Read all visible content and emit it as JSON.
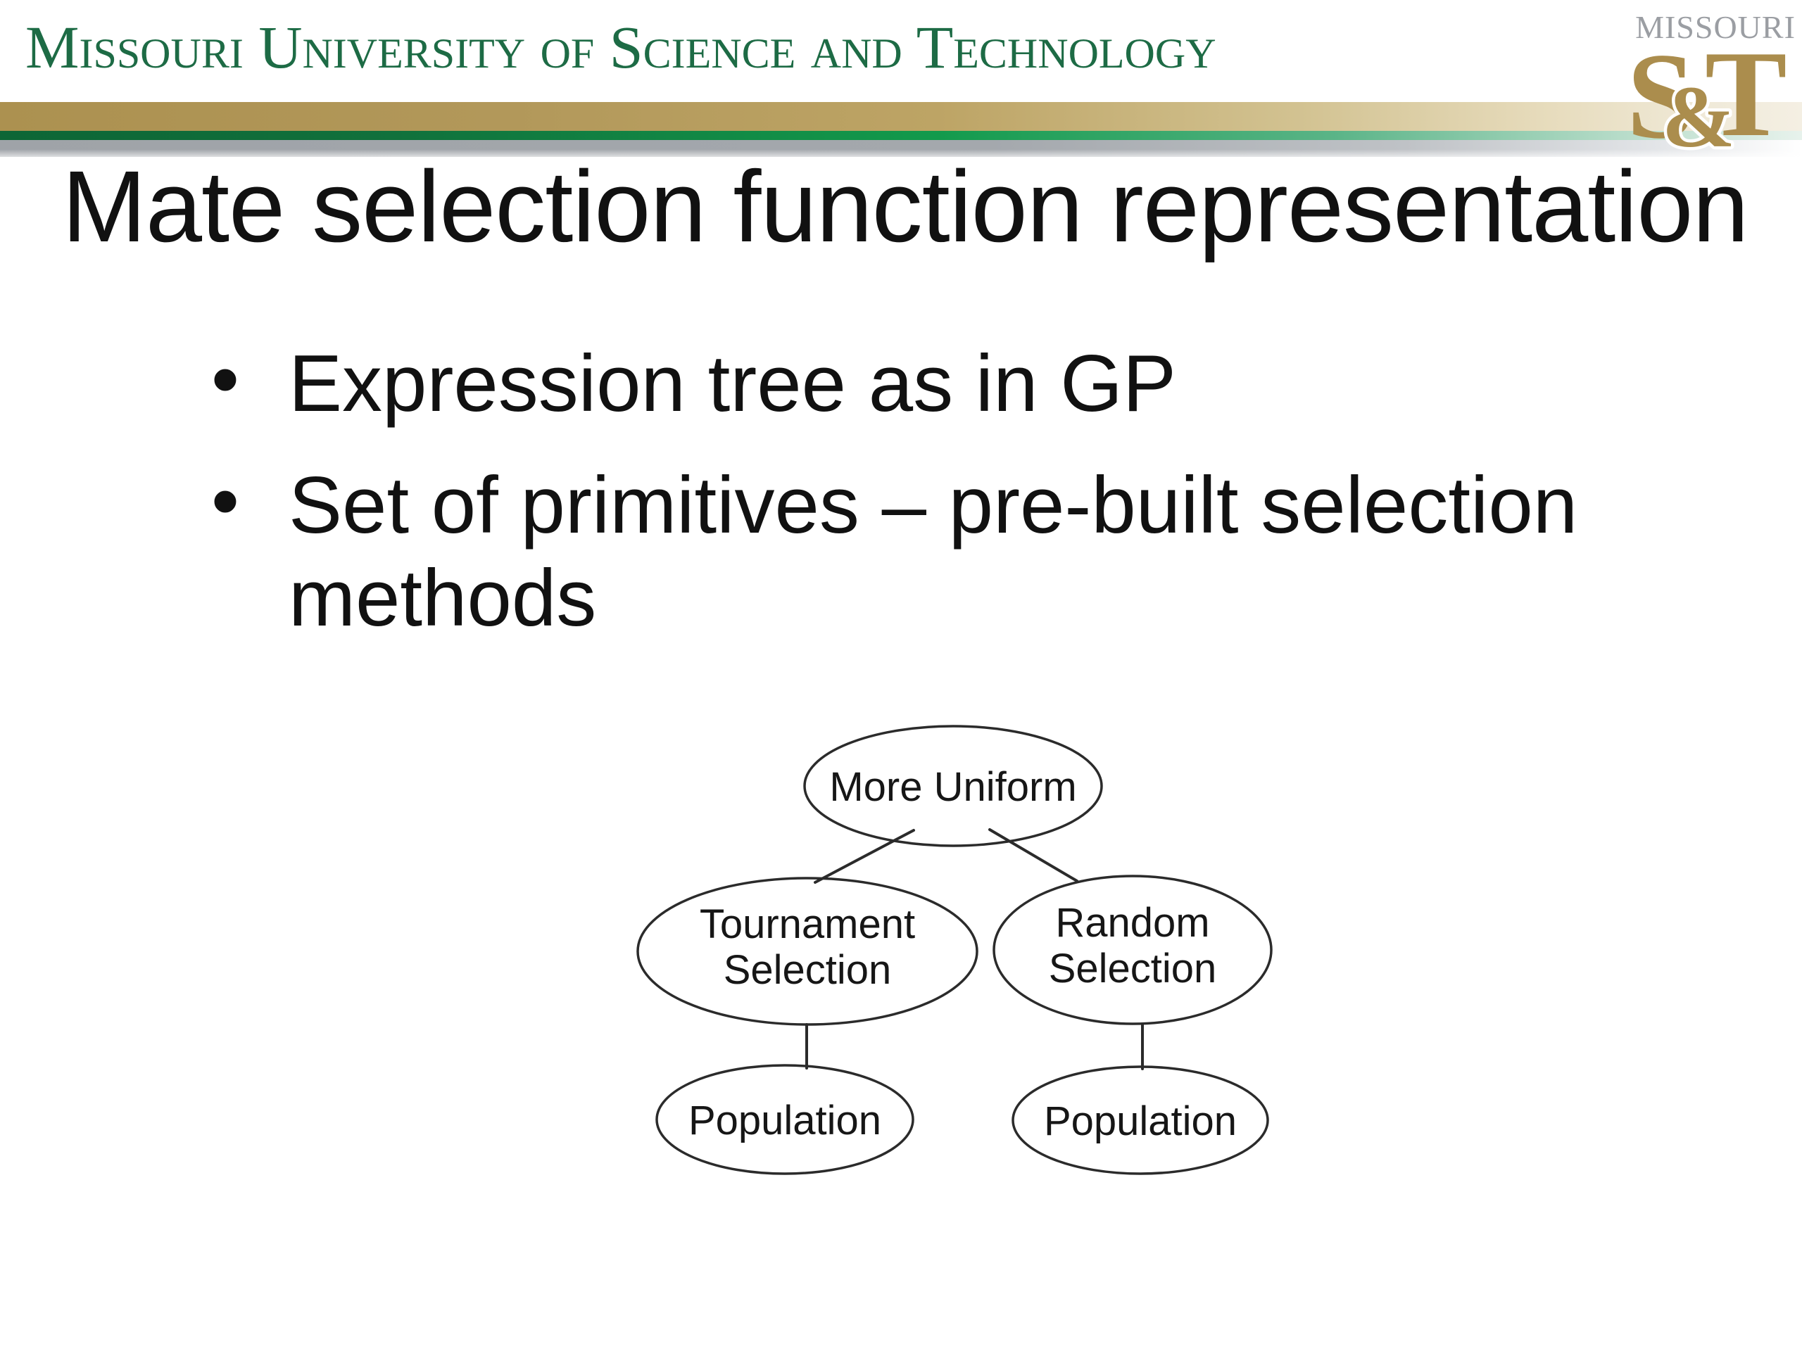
{
  "header": {
    "university_name": "Missouri University of Science and Technology",
    "logo": {
      "missouri": "MISSOURI",
      "s": "S",
      "amp": "&",
      "t": "T"
    }
  },
  "slide": {
    "title": "Mate selection function representation",
    "bullet_char": "•",
    "bullets": [
      "Expression tree as in GP",
      "Set of primitives – pre-built selection methods"
    ]
  },
  "diagram": {
    "type": "expression-tree",
    "nodes": {
      "root": {
        "label": "More Uniform"
      },
      "left": {
        "line1": "Tournament",
        "line2": "Selection"
      },
      "right": {
        "line1": "Random",
        "line2": "Selection"
      },
      "left_leaf": {
        "label": "Population"
      },
      "right_leaf": {
        "label": "Population"
      }
    },
    "edges": [
      {
        "from": "More Uniform",
        "to": "Tournament Selection"
      },
      {
        "from": "More Uniform",
        "to": "Random Selection"
      },
      {
        "from": "Tournament Selection",
        "to": "Population"
      },
      {
        "from": "Random Selection",
        "to": "Population"
      }
    ]
  },
  "colors": {
    "header_text_green": "#1d6b45",
    "gold_bar": "#b2985a",
    "green_stripe": "#129a4c",
    "gray_stripe": "#a2a5aa",
    "logo_gold": "#ab8d4d",
    "logo_gray": "#9b9ea3",
    "body_text": "#111111"
  }
}
